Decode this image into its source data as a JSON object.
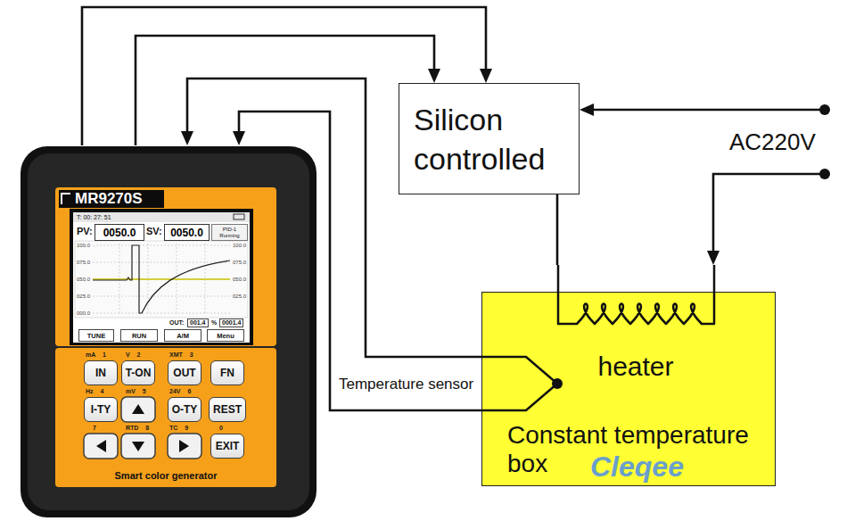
{
  "diagram": {
    "nodes": [
      {
        "text": [
          "MR9270S",
          "Smart color generator"
        ]
      },
      {
        "text": [
          "0050.0"
        ],
        "in": 0
      },
      {
        "text": [
          "0050.0"
        ],
        "in": 0
      },
      {
        "text": [
          "PID-1",
          "Running"
        ],
        "in": 0
      },
      {
        "text": [
          "TUNE"
        ],
        "in": 0
      },
      {
        "text": [
          "RUN"
        ],
        "in": 0
      },
      {
        "text": [
          "A/M"
        ],
        "in": 0
      },
      {
        "text": [
          "Menu"
        ],
        "in": 0
      },
      {
        "text": [
          "IN"
        ],
        "in": 0
      },
      {
        "text": [
          "T-ON"
        ],
        "in": 0
      },
      {
        "text": [
          "OUT"
        ],
        "in": 0
      },
      {
        "text": [
          "FN"
        ],
        "in": 0
      },
      {
        "text": [
          "I-TY"
        ],
        "in": 0
      },
      {
        "text": [
          "O-TY"
        ],
        "in": 0
      },
      {
        "text": [
          "REST"
        ],
        "in": 0
      },
      {
        "text": [
          "EXIT"
        ],
        "in": 0
      },
      {
        "text": [
          "Silicon controlled"
        ]
      },
      {
        "text": [
          "Constant temperature box"
        ]
      },
      {
        "text": [
          "heater"
        ],
        "in": 17
      },
      {
        "text": [
          "Temperature sensor"
        ]
      },
      {
        "text": [
          "AC220V"
        ]
      }
    ],
    "edges": [
      {
        "from": 0,
        "to": 16,
        "arrow": "to"
      },
      {
        "from": 0,
        "to": 16,
        "arrow": "to"
      },
      {
        "from": 19,
        "to": 0,
        "arrow": "to"
      },
      {
        "from": 19,
        "to": 0,
        "arrow": "to"
      },
      {
        "from": 20,
        "to": 16,
        "arrow": "to"
      },
      {
        "from": 20,
        "to": 18,
        "arrow": "to"
      },
      {
        "from": 16,
        "to": 18,
        "arrow": "none"
      }
    ],
    "labels": [
      "T: 00: 27: 51",
      "PV:",
      "SV:",
      "100.0",
      "075.0",
      "050.0",
      "025.0",
      "000.0",
      "100.0",
      "075.0",
      "050.0",
      "025.0",
      "OUT:",
      "001.4",
      "%",
      "0001.4",
      "mA 1",
      "V 2",
      "XMT 3",
      "Hz 4",
      "mV 5",
      "24V 6",
      "7",
      "RTD 8",
      "TC 9",
      "0",
      "Cleqee"
    ]
  }
}
